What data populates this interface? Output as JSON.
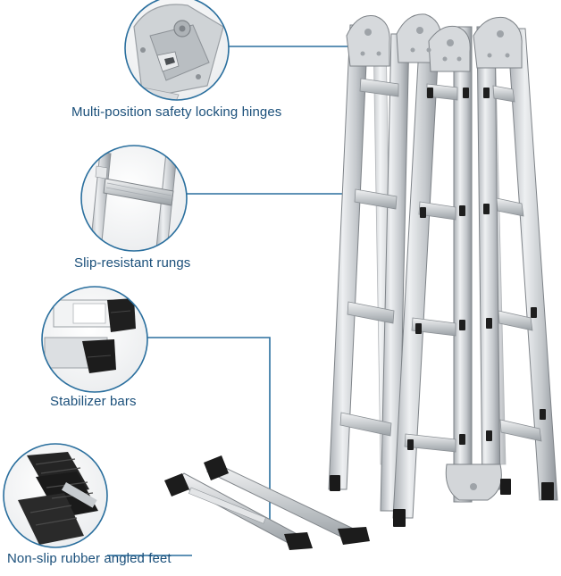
{
  "features": [
    {
      "id": "hinges",
      "label": "Multi-position safety locking hinges",
      "icon": "hinge-closeup-icon"
    },
    {
      "id": "rungs",
      "label": "Slip-resistant rungs",
      "icon": "rung-closeup-icon"
    },
    {
      "id": "stabilizer",
      "label": "Stabilizer bars",
      "icon": "stabilizer-closeup-icon"
    },
    {
      "id": "feet",
      "label": "Non-slip rubber angled feet",
      "icon": "rubber-feet-closeup-icon"
    }
  ],
  "colors": {
    "caption_text": "#1a4f7a",
    "callout_line": "#2a6f9e",
    "aluminum": "#c9ccd0",
    "aluminum_dark": "#8d9297",
    "rubber": "#1f1f1f",
    "background": "#ffffff"
  },
  "product_image": "folding-multi-position-aluminum-ladder"
}
